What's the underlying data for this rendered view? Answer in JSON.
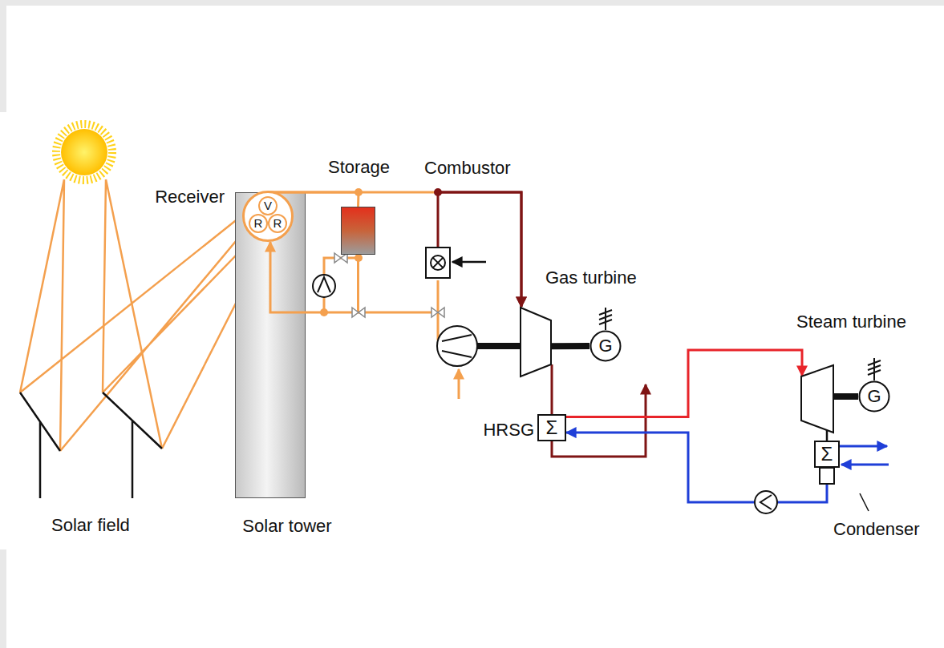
{
  "diagram": {
    "nodes": [
      {
        "text": [
          "Receiver",
          "V",
          "R",
          "R"
        ]
      },
      {
        "text": [
          "Solar tower"
        ]
      },
      {
        "text": [
          "Storage"
        ]
      },
      {
        "text": [
          "Combustor"
        ]
      },
      {
        "text": [
          "Gas turbine"
        ]
      },
      {
        "text": [
          "G"
        ]
      },
      {
        "text": [
          "HRSG",
          "Σ"
        ]
      },
      {
        "text": [
          "Steam turbine"
        ]
      },
      {
        "text": [
          "G"
        ]
      },
      {
        "text": [
          "Condenser",
          "Σ"
        ]
      }
    ],
    "edges": [
      {
        "from": 0,
        "to": 2,
        "arrow": "none"
      },
      {
        "from": 0,
        "to": 4,
        "arrow": "to"
      },
      {
        "from": 3,
        "to": 4,
        "arrow": "to"
      },
      {
        "from": 2,
        "to": 0,
        "arrow": "to"
      },
      {
        "from": 4,
        "to": 6,
        "arrow": "none"
      },
      {
        "from": 6,
        "to": 7,
        "arrow": "to"
      },
      {
        "from": 9,
        "to": 6,
        "arrow": "to"
      },
      {
        "from": 4,
        "to": 5,
        "arrow": "none"
      },
      {
        "from": 7,
        "to": 8,
        "arrow": "none"
      },
      {
        "from": 7,
        "to": 9,
        "arrow": "none"
      }
    ],
    "labels": [
      "Solar field"
    ]
  }
}
